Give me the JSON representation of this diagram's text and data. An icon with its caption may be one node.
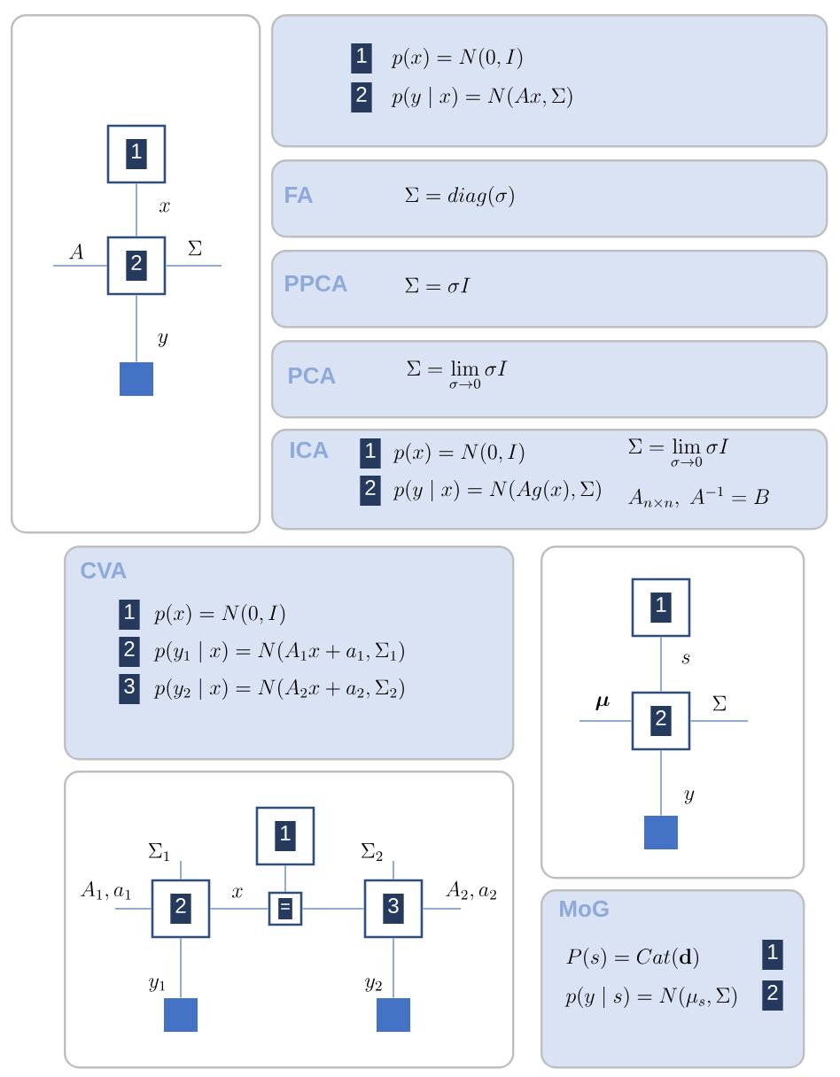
{
  "diagram": {
    "nodes": [
      {
        "text": [],
        "shape": "box"
      },
      {
        "text": [
          "1"
        ],
        "in": 0
      },
      {
        "text": [
          "2"
        ],
        "in": 0
      },
      {
        "text": [],
        "shape": "box",
        "in": 0
      },
      {
        "text": [
          "p(x) = N(0,I)",
          "p(y\\mid x) = N(Ax,\\Sigma)"
        ]
      },
      {
        "text": [
          "1"
        ],
        "in": 4
      },
      {
        "text": [
          "2"
        ],
        "in": 4
      },
      {
        "text": [
          "FA",
          "\\Sigma = diag(\\sigma)"
        ]
      },
      {
        "text": [
          "PPCA",
          "\\Sigma = \\sigma I"
        ]
      },
      {
        "text": [
          "PCA",
          "\\Sigma = \\lim\\limits_{\\sigma\\to 0}\\sigma I"
        ]
      },
      {
        "text": [
          "ICA",
          "p(x) = N(0,I)",
          "\\Sigma = \\lim\\limits_{\\sigma\\to 0}\\sigma I",
          "p(y\\mid x) = N(Ag(x),\\Sigma)",
          "A_{n\\times n},\\; A^{-1} = B"
        ]
      },
      {
        "text": [
          "1"
        ],
        "in": 10
      },
      {
        "text": [
          "2"
        ],
        "in": 10
      },
      {
        "text": [
          "CVA",
          "p(x) = N(0,I)",
          "p(y_1\\mid x) = N(A_1x + a_1,\\Sigma_1)",
          "p(y_2\\mid x) = N(A_2x + a_2,\\Sigma_2)"
        ]
      },
      {
        "text": [
          "1"
        ],
        "in": 13
      },
      {
        "text": [
          "2"
        ],
        "in": 13
      },
      {
        "text": [
          "3"
        ],
        "in": 13
      },
      {
        "text": [],
        "shape": "box"
      },
      {
        "text": [],
        "shape": "box"
      },
      {
        "text": [
          "1"
        ],
        "in": 18
      },
      {
        "text": [
          "2"
        ],
        "in": 18
      },
      {
        "text": [
          "="
        ],
        "in": 18
      },
      {
        "text": [
          "3"
        ],
        "in": 18
      },
      {
        "text": [],
        "shape": "box",
        "in": 18
      },
      {
        "text": [],
        "shape": "box",
        "in": 18
      },
      {
        "text": [
          "1"
        ],
        "in": 17
      },
      {
        "text": [
          "2"
        ],
        "in": 17
      },
      {
        "text": [],
        "shape": "box",
        "in": 17
      },
      {
        "text": [
          "MoG",
          "P(s) = Cat(\\mathbf{d})",
          "p(y\\mid s) = N(\\mu_s,\\Sigma)"
        ]
      },
      {
        "text": [
          "1"
        ],
        "in": 28
      },
      {
        "text": [
          "2"
        ],
        "in": 28
      }
    ],
    "edges": [
      {
        "from": 1,
        "to": 2,
        "arrow": "none",
        "label": "x"
      },
      {
        "from": null,
        "to": 2,
        "arrow": "none",
        "label": "A"
      },
      {
        "from": 2,
        "to": null,
        "arrow": "none",
        "label": "\\Sigma"
      },
      {
        "from": 2,
        "to": 3,
        "arrow": "none",
        "label": "y"
      },
      {
        "from": 19,
        "to": 21,
        "arrow": "none"
      },
      {
        "from": 20,
        "to": 21,
        "arrow": "none",
        "label": "x"
      },
      {
        "from": 21,
        "to": 22,
        "arrow": "none"
      },
      {
        "from": null,
        "to": 20,
        "arrow": "none",
        "label": "A_1,a_1"
      },
      {
        "from": null,
        "to": 20,
        "arrow": "none",
        "label": "\\Sigma_1"
      },
      {
        "from": 20,
        "to": 23,
        "arrow": "none",
        "label": "y_1"
      },
      {
        "from": 22,
        "to": null,
        "arrow": "none",
        "label": "A_2,a_2"
      },
      {
        "from": null,
        "to": 22,
        "arrow": "none",
        "label": "\\Sigma_2"
      },
      {
        "from": 22,
        "to": 24,
        "arrow": "none",
        "label": "y_2"
      },
      {
        "from": 25,
        "to": 26,
        "arrow": "none",
        "label": "s"
      },
      {
        "from": null,
        "to": 26,
        "arrow": "none",
        "label": "\\boldsymbol{\\mu}"
      },
      {
        "from": 26,
        "to": null,
        "arrow": "none",
        "label": "\\Sigma"
      },
      {
        "from": 26,
        "to": 27,
        "arrow": "none",
        "label": "y"
      }
    ]
  }
}
